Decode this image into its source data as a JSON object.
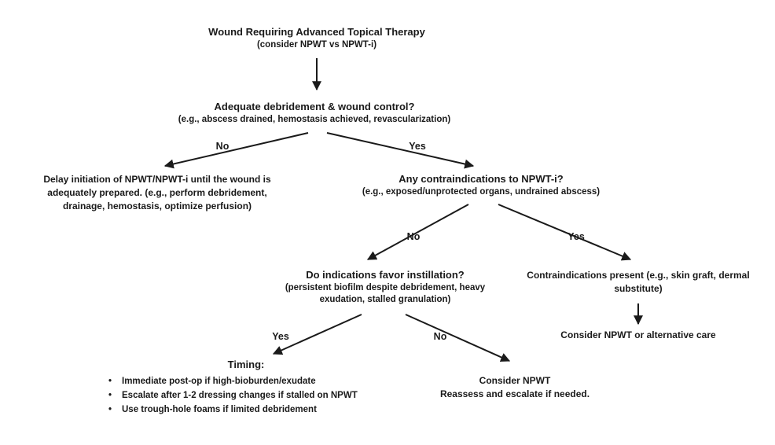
{
  "colors": {
    "text": "#1a1a1a",
    "background": "#ffffff",
    "arrow": "#1a1a1a"
  },
  "nodes": {
    "root": {
      "title": "Wound Requiring Advanced Topical Therapy",
      "subtitle": "(consider NPWT vs NPWT-i)"
    },
    "debridement": {
      "title": "Adequate debridement & wound control?",
      "subtitle": "(e.g., abscess drained, hemostasis achieved, revascularization)"
    },
    "delay": {
      "text": "Delay initiation of NPWT/NPWT-i until the wound is adequately prepared. (e.g., perform debridement, drainage, hemostasis, optimize perfusion)"
    },
    "contraindications": {
      "title": "Any contraindications to NPWT-i?",
      "subtitle": "(e.g., exposed/unprotected organs, undrained abscess)"
    },
    "indications": {
      "title": "Do indications favor instillation?",
      "subtitle": "(persistent biofilm despite debridement, heavy exudation, stalled granulation)"
    },
    "contra_present": {
      "text": "Contraindications present (e.g., skin graft, dermal substitute)"
    },
    "alternative": {
      "text": "Consider NPWT or alternative care"
    },
    "timing": {
      "title": "Timing:",
      "bullets": [
        "Immediate post-op if high-bioburden/exudate",
        "Escalate after 1-2 dressing changes if stalled on NPWT",
        "Use trough-hole foams if limited debridement"
      ]
    },
    "consider_npwt": {
      "title": "Consider NPWT",
      "subtitle": "Reassess and escalate if needed."
    }
  },
  "branches": {
    "debridement_no": "No",
    "debridement_yes": "Yes",
    "contraindications_no": "No",
    "contraindications_yes": "Yes",
    "indications_yes": "Yes",
    "indications_no": "No"
  }
}
